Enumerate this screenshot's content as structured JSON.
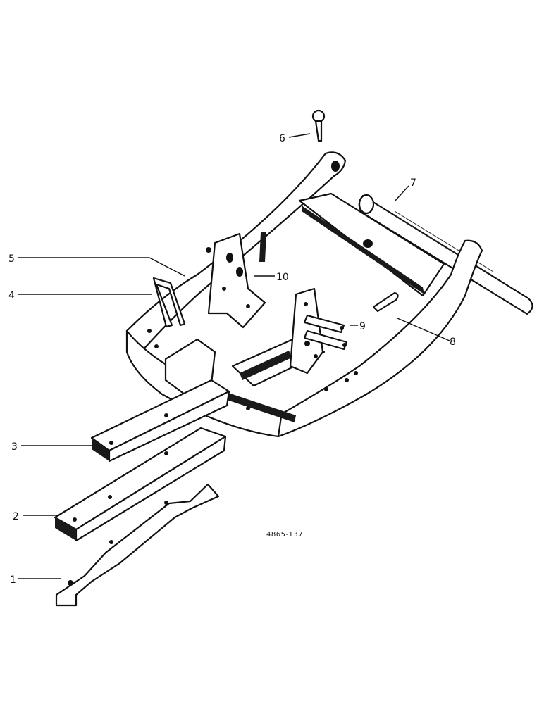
{
  "drawing_number": "4865-137",
  "callouts": [
    "1",
    "2",
    "3",
    "4",
    "5",
    "6",
    "7",
    "8",
    "9",
    "10"
  ]
}
